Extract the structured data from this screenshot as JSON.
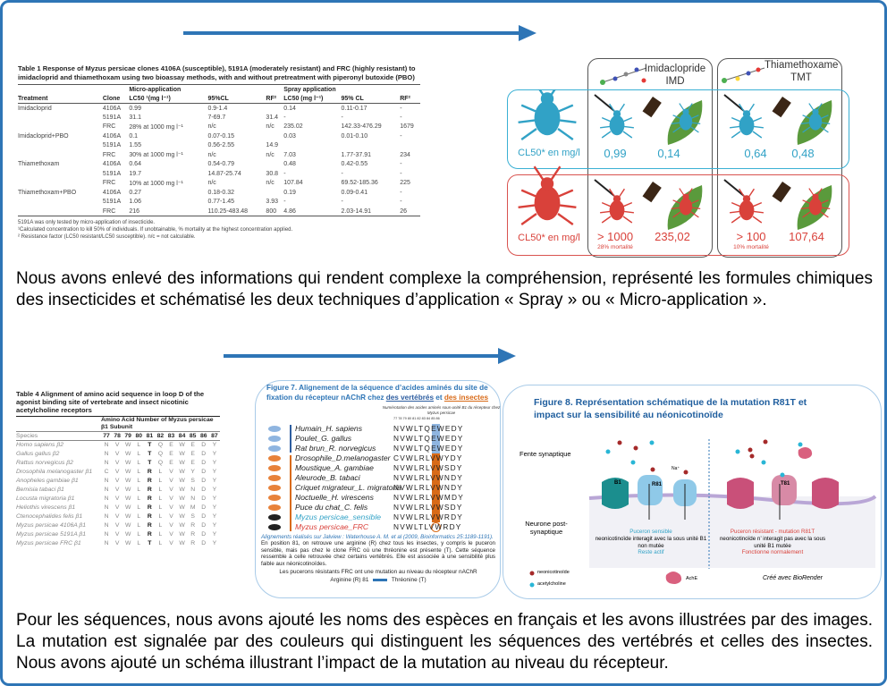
{
  "colors": {
    "accent": "#2e75b6",
    "sensitive": "#31a2c6",
    "resistant": "#d9413a",
    "insect_highlight": "#d86a18",
    "vertebrate_highlight": "#8fb5e0"
  },
  "table1": {
    "caption": "Table 1 Response of Myzus persicae clones 4106A (susceptible), 5191A (moderately resistant) and FRC (highly resistant) to imidacloprid and thiamethoxam using two bioassay methods, with and without pretreatment with piperonyl butoxide (PBO)",
    "group_headers": [
      "Micro-application",
      "Spray application"
    ],
    "headers": [
      "Treatment",
      "Clone",
      "LC50 ¹(mg l⁻¹)",
      "95%CL",
      "RF²",
      "LC50 (mg l⁻¹)",
      "95% CL",
      "RF²"
    ],
    "rows": [
      [
        "Imidacloprid",
        "4106A",
        "0.99",
        "0.9-1.4",
        "",
        "0.14",
        "0.11-0.17",
        "-"
      ],
      [
        "",
        "5191A",
        "31.1",
        "7-69.7",
        "31.4",
        "-",
        "-",
        "-"
      ],
      [
        "",
        "FRC",
        "28% at 1000 mg l⁻¹",
        "n/c",
        "n/c",
        "235.02",
        "142.33-476.29",
        "1679"
      ],
      [
        "Imidacloprid+PBO",
        "4106A",
        "0.1",
        "0.07-0.15",
        "",
        "0.03",
        "0.01-0.10",
        "-"
      ],
      [
        "",
        "5191A",
        "1.55",
        "0.56-2.55",
        "14.9",
        "",
        "",
        ""
      ],
      [
        "",
        "FRC",
        "30% at 1000 mg l⁻¹",
        "n/c",
        "n/c",
        "7.03",
        "1.77-37.91",
        "234"
      ],
      [
        "Thiamethoxam",
        "4106A",
        "0.64",
        "0.54-0.79",
        "",
        "0.48",
        "0.42-0.55",
        "-"
      ],
      [
        "",
        "5191A",
        "19.7",
        "14.87-25.74",
        "30.8",
        "-",
        "-",
        "-"
      ],
      [
        "",
        "FRC",
        "10% at 1000 mg l⁻¹",
        "n/c",
        "n/c",
        "107.84",
        "69.52-185.36",
        "225"
      ],
      [
        "Thiamethoxam+PBO",
        "4106A",
        "0.27",
        "0.18-0.32",
        "",
        "0.19",
        "0.09-0.41",
        "-"
      ],
      [
        "",
        "5191A",
        "1.06",
        "0.77-1.45",
        "3.93",
        "-",
        "-",
        "-"
      ],
      [
        "",
        "FRC",
        "216",
        "110.25-483.48",
        "800",
        "4.86",
        "2.03-14.91",
        "26"
      ]
    ],
    "footnotes": [
      "5191A was only tested by micro-application of insecticide.",
      "¹Calculated concentration to kill 50% of individuals. If unobtainable, % mortality at the highest concentration applied.",
      "² Resistance factor (LC50 resistant/LC50 susceptible). n/c = not calculable."
    ]
  },
  "figure_insecticides": {
    "imd_name": "Imidaclopride",
    "imd_abbr": "IMD",
    "tmt_name": "Thiamethoxame",
    "tmt_abbr": "TMT",
    "sensitive": {
      "label": "CL50* en mg/l",
      "imd_micro": "0,99",
      "imd_spray": "0,14",
      "tmt_micro": "0,64",
      "tmt_spray": "0,48"
    },
    "resistant": {
      "label": "CL50* en mg/l",
      "imd_micro": "> 1000",
      "imd_micro_note": "28% mortalité",
      "imd_spray": "235,02",
      "tmt_micro": "> 100",
      "tmt_micro_note": "10% mortalité",
      "tmt_spray": "107,64"
    }
  },
  "paragraph1": "Nous avons enlevé des informations qui rendent complexe la compréhension, représenté les formules chimiques des insecticides et schématisé  les deux techniques d’application « Spray » ou « Micro-application ».",
  "table4": {
    "caption": "Table 4 Alignment of amino acid sequence in loop D of the agonist binding site of vertebrate and insect nicotinic acetylcholine receptors",
    "group_header": "Amino Acid Number of Myzus persicae β1 Subunit",
    "species_header": "Species",
    "positions": [
      "77",
      "78",
      "79",
      "80",
      "81",
      "82",
      "83",
      "84",
      "85",
      "86",
      "87"
    ],
    "rows": [
      {
        "species": "Homo sapiens β2",
        "seq": [
          "N",
          "V",
          "W",
          "L",
          "T",
          "Q",
          "E",
          "W",
          "E",
          "D",
          "Y"
        ]
      },
      {
        "species": "Gallus gallus β2",
        "seq": [
          "N",
          "V",
          "W",
          "L",
          "T",
          "Q",
          "E",
          "W",
          "E",
          "D",
          "Y"
        ]
      },
      {
        "species": "Rattus norvegicus β2",
        "seq": [
          "N",
          "V",
          "W",
          "L",
          "T",
          "Q",
          "E",
          "W",
          "E",
          "D",
          "Y"
        ]
      },
      {
        "species": "Drosophila melanogaster β1",
        "seq": [
          "C",
          "V",
          "W",
          "L",
          "R",
          "L",
          "V",
          "W",
          "Y",
          "D",
          "Y"
        ]
      },
      {
        "species": "Anopheles gambiae β1",
        "seq": [
          "N",
          "V",
          "W",
          "L",
          "R",
          "L",
          "V",
          "W",
          "S",
          "D",
          "Y"
        ]
      },
      {
        "species": "Bemisia tabaci β1",
        "seq": [
          "N",
          "V",
          "W",
          "L",
          "R",
          "L",
          "V",
          "W",
          "N",
          "D",
          "Y"
        ]
      },
      {
        "species": "Locusta migratoria β1",
        "seq": [
          "N",
          "V",
          "W",
          "L",
          "R",
          "L",
          "V",
          "W",
          "N",
          "D",
          "Y"
        ]
      },
      {
        "species": "Heliothis virescens β1",
        "seq": [
          "N",
          "V",
          "W",
          "L",
          "R",
          "L",
          "V",
          "W",
          "M",
          "D",
          "Y"
        ]
      },
      {
        "species": "Ctenocephalides felis β1",
        "seq": [
          "N",
          "V",
          "W",
          "L",
          "R",
          "L",
          "V",
          "W",
          "S",
          "D",
          "Y"
        ]
      },
      {
        "species": "Myzus persicae 4106A β1",
        "seq": [
          "N",
          "V",
          "W",
          "L",
          "R",
          "L",
          "V",
          "W",
          "R",
          "D",
          "Y"
        ]
      },
      {
        "species": "Myzus persicae 5191A β1",
        "seq": [
          "N",
          "V",
          "W",
          "L",
          "R",
          "L",
          "V",
          "W",
          "R",
          "D",
          "Y"
        ]
      },
      {
        "species": "Myzus persicae FRC β1",
        "seq": [
          "N",
          "V",
          "W",
          "L",
          "T",
          "L",
          "V",
          "W",
          "R",
          "D",
          "Y"
        ]
      }
    ]
  },
  "figure7": {
    "title_prefix": "Figure 7. Alignement de la séquence d’acides aminés du site de fixation du récepteur nAChR chez ",
    "title_vert": "des vertébrés",
    "title_and": " et ",
    "title_insect": "des insectes",
    "numbering_label": "Numérotation des acides aminés sous-unité B1 du récepteur chez Myzus persicae",
    "numbers": "77  78  79  80  81  82  83  84  85  86",
    "rows": [
      {
        "name": "Humain_H. sapiens",
        "seq": "NVWLTQEWEDY",
        "group": "vert"
      },
      {
        "name": "Poulet_G. gallus",
        "seq": "NVWLTQEWEDY",
        "group": "vert"
      },
      {
        "name": "Rat brun_R. norvegicus",
        "seq": "NVWLTQEWEDY",
        "group": "vert"
      },
      {
        "name": "Drosophile_D.melanogaster",
        "seq": "CVWLRLVWYDY",
        "group": "insect"
      },
      {
        "name": "Moustique_A. gambiae",
        "seq": "NVWLRLVWSDY",
        "group": "insect"
      },
      {
        "name": "Aleurode_B. tabaci",
        "seq": "NVWLRLVWNDY",
        "group": "insect"
      },
      {
        "name": "Criquet migrateur_L. migratoria",
        "seq": "NVWLRLVWNDY",
        "group": "insect"
      },
      {
        "name": "Noctuelle_H. virescens",
        "seq": "NVWLRLVWMDY",
        "group": "insect"
      },
      {
        "name": "Puce du chat_C. felis",
        "seq": "NVWLRLVWSDY",
        "group": "insect"
      },
      {
        "name": "Myzus persicae_sensible",
        "seq": "NVWLRLVWRDY",
        "group": "sensible"
      },
      {
        "name": "Myzus persicae_FRC",
        "seq": "NVWLTLVWRDY",
        "group": "frc"
      }
    ],
    "citation": "Alignements réalisés sur Jalview : Waterhouse A. M. et al (2009, Bioinformatics 25:1189-1191).",
    "body": "En position 81, on retrouve une arginine (R) chez tous les insectes, y compris le puceron sensible, mais pas chez le clone FRC où une thréonine est présente (T). Cette séquence ressemble à celle retrouvée chez certains vertébrés. Elle est associée à une sensibilité plus faible aux néonicotinoïdes.",
    "conclusion": "Les pucerons résistants FRC ont une mutation au niveau du récepteur nAChR",
    "from": "Arginine (R) 81",
    "to": "Thréonine (T)"
  },
  "figure8": {
    "title": "Figure 8. Représentation schématique de la mutation R81T et impact sur la sensibilité au néonicotinoïde",
    "fente": "Fente synaptique",
    "neurone": "Neurone post-synaptique",
    "b1": "B1",
    "r81": "R81",
    "t81": "T81",
    "na": "Na⁺",
    "left_title": "Puceron sensible",
    "left_text": "neonicotinoïde interagit avec la sous unité B1 non mutée",
    "left_status": "Reste actif",
    "right_title": "Puceron résistant - mutation R81T",
    "right_text": "neonicotinoïde n’ interagit pas avec la sous unité B1 mutée",
    "right_status": "Fonctionne normalement",
    "legend_neo": "neonicotinoïde",
    "legend_ach": "acetylcholine",
    "legend_ache": "AchE",
    "credit": "Créé avec BioRender"
  },
  "paragraph2": "Pour les séquences, nous avons ajouté les noms des espèces en français et les avons illustrées par des images. La mutation est signalée par des couleurs qui distinguent les séquences des vertébrés et celles des insectes. Nous avons ajouté un schéma illustrant l’impact de la mutation au niveau du récepteur."
}
